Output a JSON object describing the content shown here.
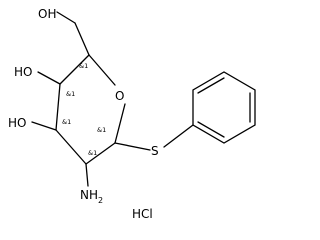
{
  "atoms": {
    "ring_oxygen": "O",
    "thio_sulfur": "S",
    "hydroxyl_top": "OH",
    "hydroxyl_c4": "HO",
    "hydroxyl_c3": "HO",
    "amine": "NH",
    "amine_subscript": "2"
  },
  "stereo_label": "&1",
  "salt": "HCl"
}
